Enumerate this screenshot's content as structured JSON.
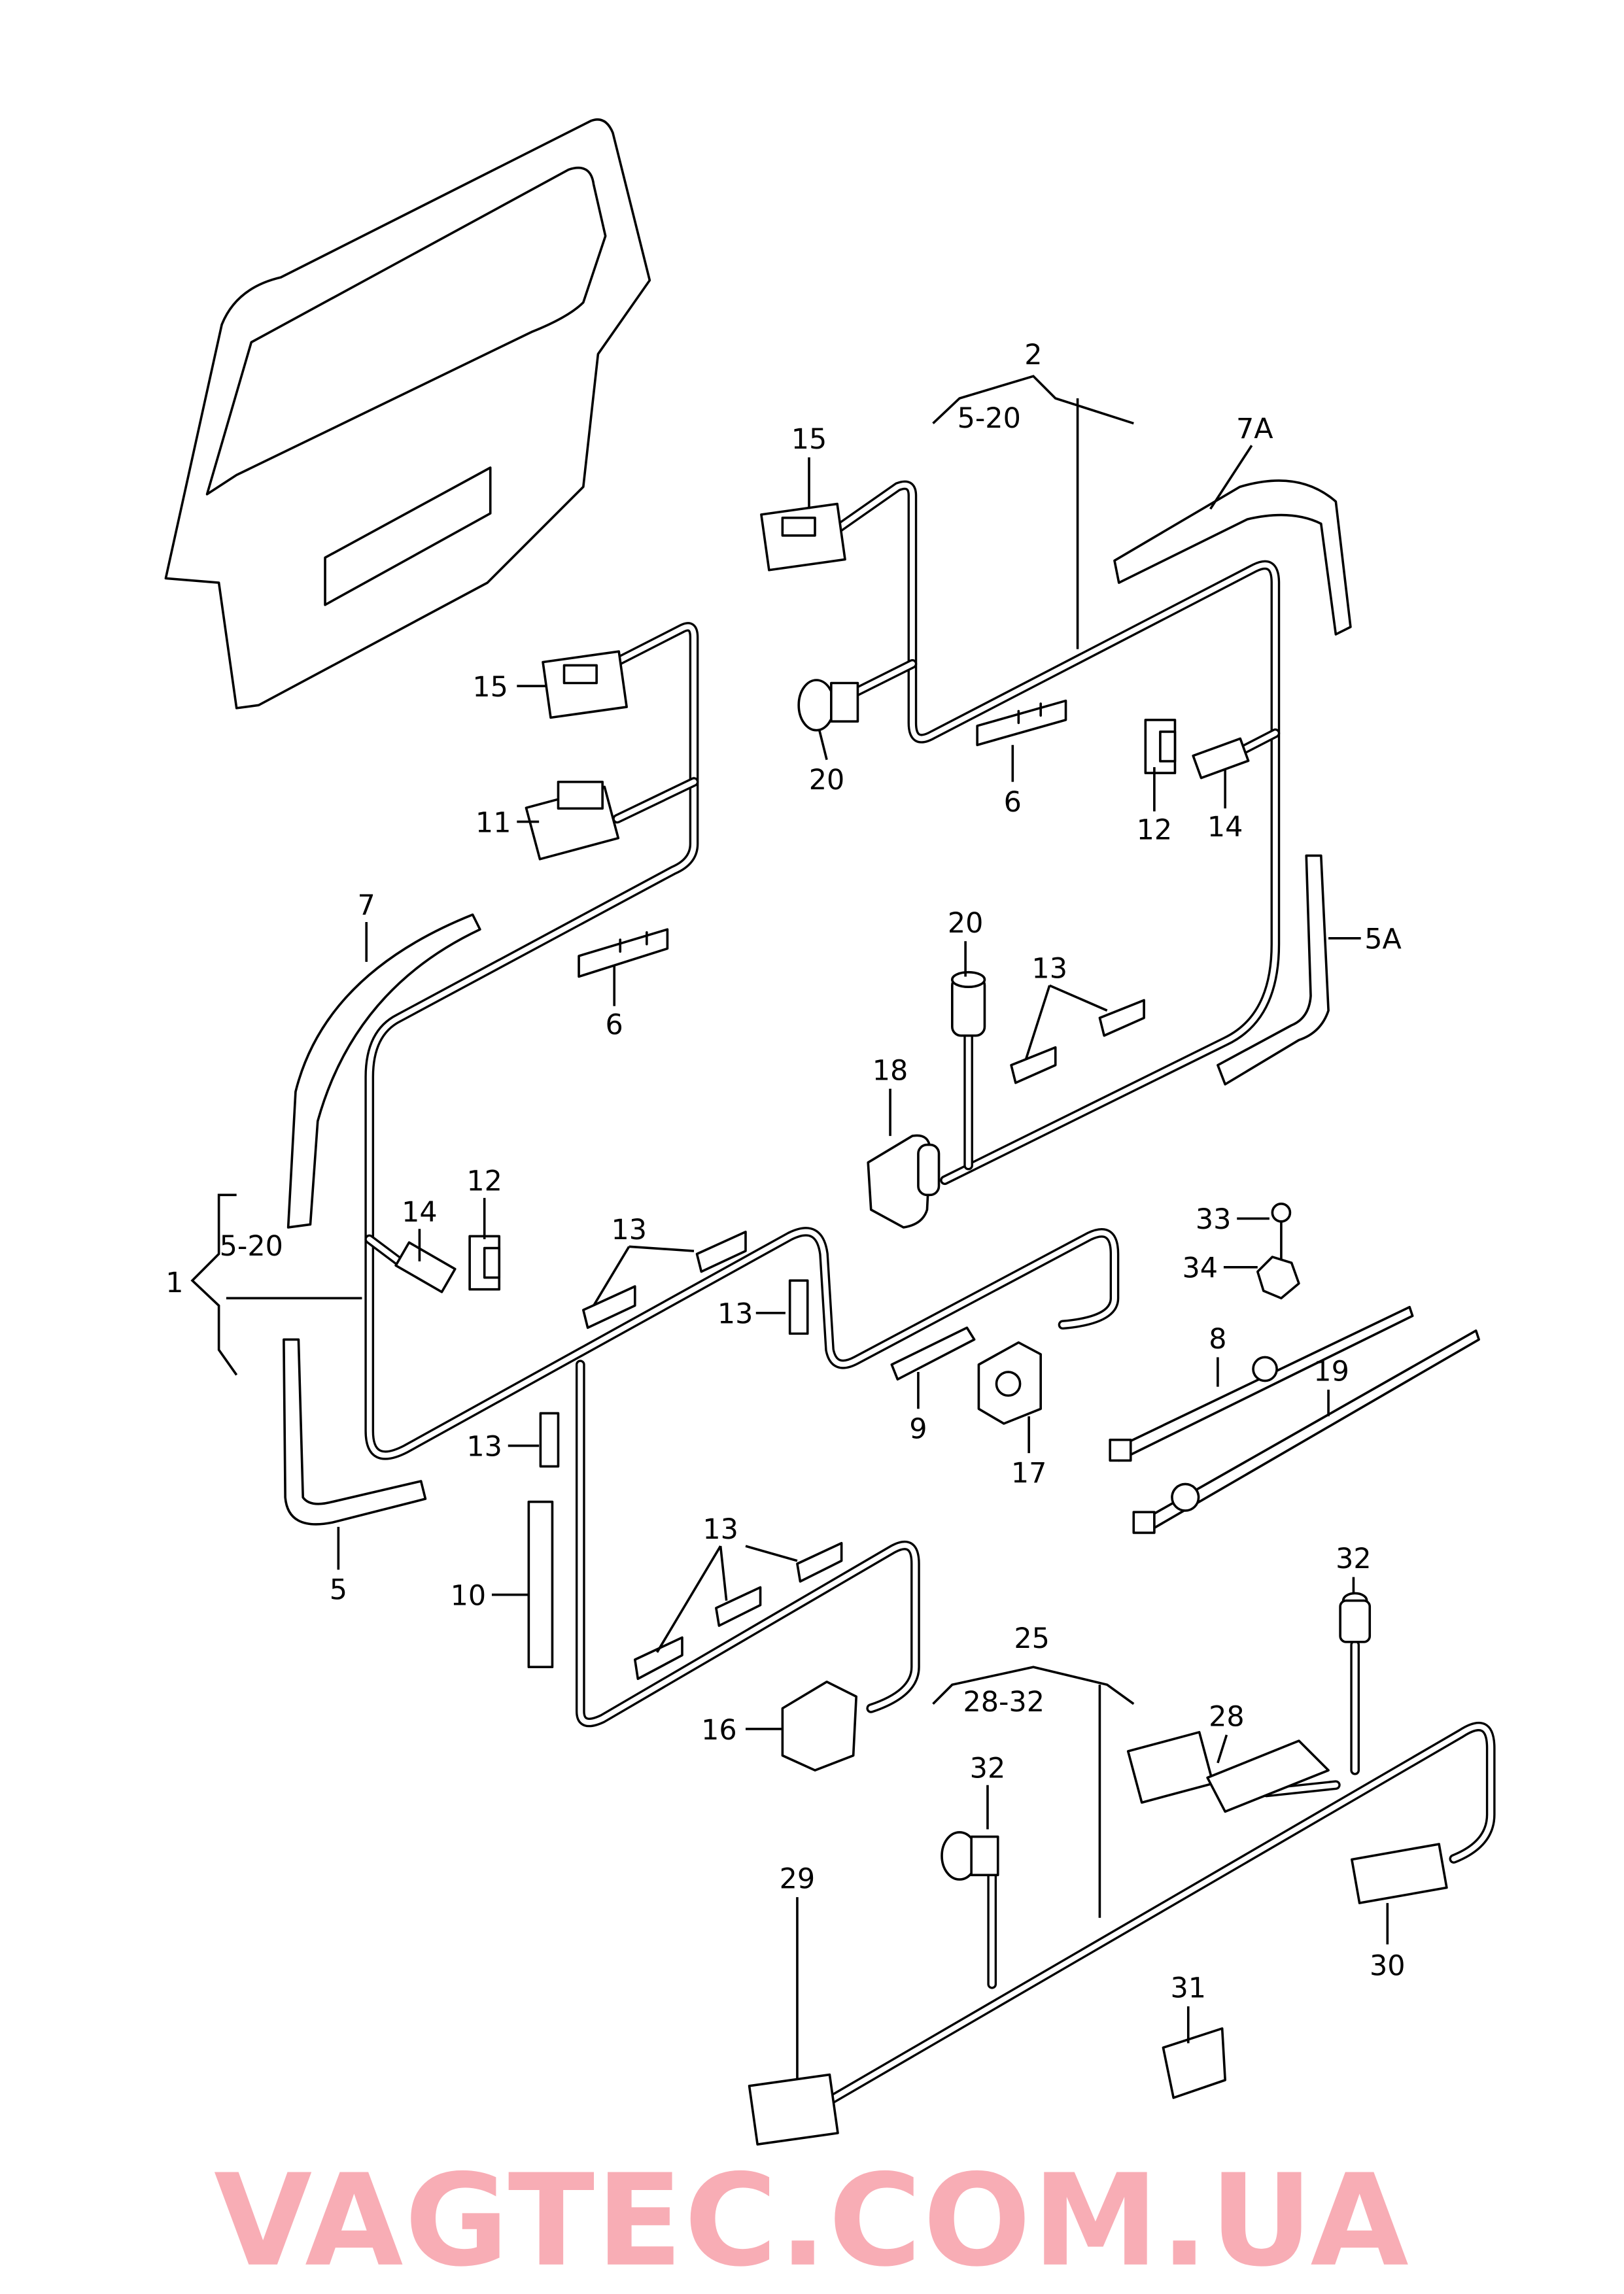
{
  "watermark": "VAGTEC.COM.UA",
  "colors": {
    "watermark": "#f58a96",
    "lines": "#000000",
    "background": "#ffffff"
  },
  "callouts": {
    "c2": "2",
    "c2_range": "5-20",
    "c7A": "7A",
    "c15a": "15",
    "c15b": "15",
    "c11": "11",
    "c20a": "20",
    "c6a": "6",
    "c12a": "12",
    "c14a": "14",
    "c7": "7",
    "c6b": "6",
    "c20b": "20",
    "c13a": "13",
    "c5A": "5A",
    "c18": "18",
    "c12b": "12",
    "c14b": "14",
    "c1": "1",
    "c1_range": "5-20",
    "c13b": "13",
    "c33": "33",
    "c34": "34",
    "c13c": "13",
    "c8": "8",
    "c19": "19",
    "c9": "9",
    "c17": "17",
    "c13d": "13",
    "c5": "5",
    "c10": "10",
    "c13e": "13",
    "c16": "16",
    "c32a": "32",
    "c25": "25",
    "c25_range": "28-32",
    "c28": "28",
    "c32b": "32",
    "c29": "29",
    "c30": "30",
    "c31": "31"
  }
}
